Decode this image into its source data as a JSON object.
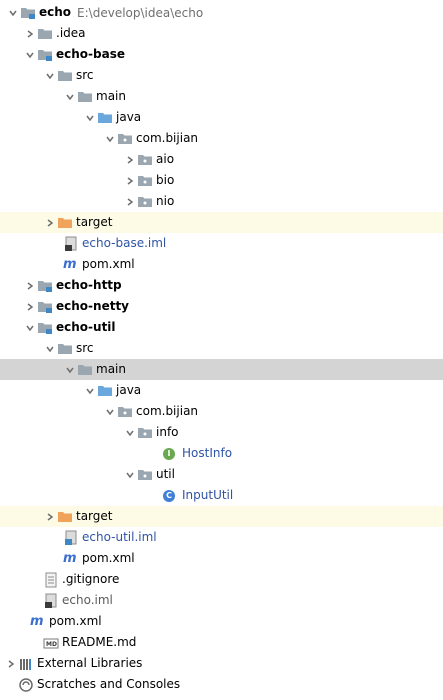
{
  "project": {
    "name": "echo",
    "path": "E:\\develop\\idea\\echo"
  },
  "items": {
    "idea": ".idea",
    "echo_base": "echo-base",
    "src": "src",
    "main": "main",
    "java": "java",
    "pkg": "com.bijian",
    "aio": "aio",
    "bio": "bio",
    "nio": "nio",
    "target": "target",
    "echo_base_iml": "echo-base.iml",
    "pom": "pom.xml",
    "echo_http": "echo-http",
    "echo_netty": "echo-netty",
    "echo_util": "echo-util",
    "info": "info",
    "hostinfo": "HostInfo",
    "util": "util",
    "inpututil": "InputUtil",
    "echo_util_iml": "echo-util.iml",
    "gitignore": ".gitignore",
    "echo_iml": "echo.iml",
    "readme": "README.md",
    "external_libraries": "External Libraries",
    "scratches": "Scratches and Consoles"
  },
  "colors": {
    "folder": "#9aa7b0",
    "source_folder": "#6aa7dc",
    "target_folder": "#f0a35a",
    "module_blue": "#3f88c5",
    "link_blue": "#2f54a6"
  }
}
